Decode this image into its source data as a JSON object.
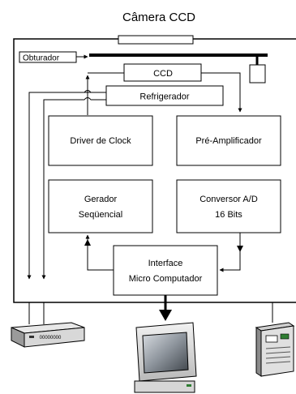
{
  "diagram": {
    "title": "Câmera CCD",
    "labels": {
      "shutter": "Obturador",
      "ccd": "CCD",
      "cooler": "Refrigerador",
      "clock_driver": "Driver de Clock",
      "preamp": "Pré-Amplificador",
      "sequencer": [
        "Gerador",
        "Seqüencial"
      ],
      "adc": [
        "Conversor A/D",
        "16 Bits"
      ],
      "interface": [
        "Interface",
        "Micro Computador"
      ]
    },
    "devices": {
      "controller_label": "00000000"
    }
  }
}
